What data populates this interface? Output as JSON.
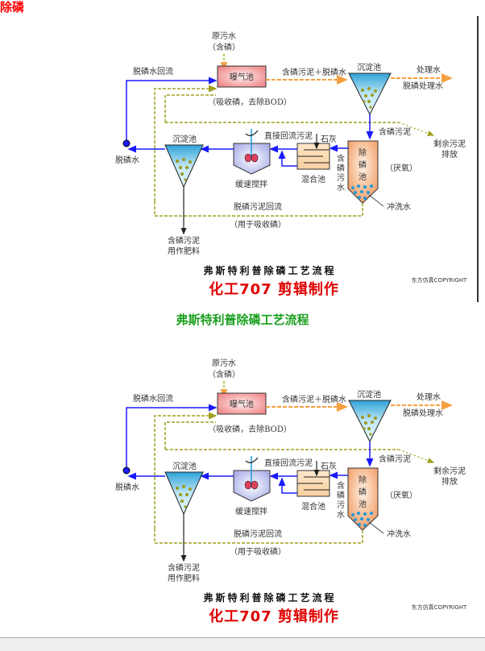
{
  "page_title": "除磷",
  "caption_between": "弗斯特利普除磷工艺流程",
  "diagram": {
    "raw_water": "原污水",
    "raw_water_sub": "（含磷）",
    "aeration_tank": "曝气池",
    "aeration_note": "（吸收磷，去除BOD）",
    "return_water": "脱磷水回流",
    "sludge_plus_water": "含磷污泥＋脱磷水",
    "settling_tank_top": "沉淀池",
    "treated_water": "处理水",
    "dephos_treated_water": "脱磷处理水",
    "phos_sludge": "含磷污泥",
    "excess_sludge_1": "剩余污泥",
    "excess_sludge_2": "排放",
    "direct_return": "直接回流污泥",
    "lime": "石灰",
    "settling_tank_left": "沉淀池",
    "dephos_water": "脱磷水",
    "slow_mix": "缓速搅拌",
    "mix_tank": "混合池",
    "phos_wastewater": [
      "含",
      "磷",
      "污",
      "水"
    ],
    "dephos_tank": [
      "除",
      "磷",
      "池"
    ],
    "anaerobic": "（厌氧）",
    "wash_water": "冲洗水",
    "sludge_return": "脱磷污泥回流",
    "sludge_return_note": "（用于吸收磷）",
    "fertilizer_1": "含磷污泥",
    "fertilizer_2": "用作肥料",
    "caption": "弗斯特利普除磷工艺流程",
    "credit": "化工707 剪辑制作",
    "copyright": "东方仿真COPYRIGHT"
  },
  "colors": {
    "title_red": "#ff0000",
    "caption_green": "#19a01e",
    "flow_blue": "#1a1aff",
    "flow_orange": "#f5a040",
    "sludge_olive": "#a0a020",
    "aeration_fill": "#f4b0b0",
    "dephos_fill": "#f3b080"
  }
}
